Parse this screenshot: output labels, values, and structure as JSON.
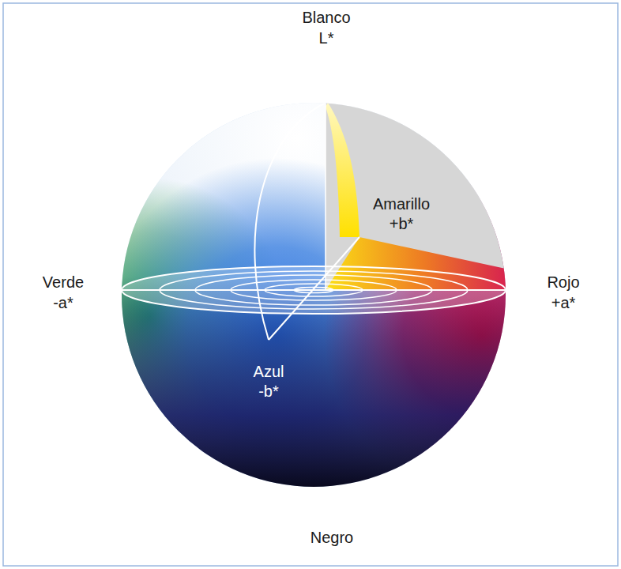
{
  "diagram": {
    "labels": [
      "Blanco",
      "L*",
      "Amarillo",
      "+b*",
      "Verde",
      "-a*",
      "Rojo",
      "+a*",
      "Azul",
      "-b*",
      "Negro"
    ]
  }
}
